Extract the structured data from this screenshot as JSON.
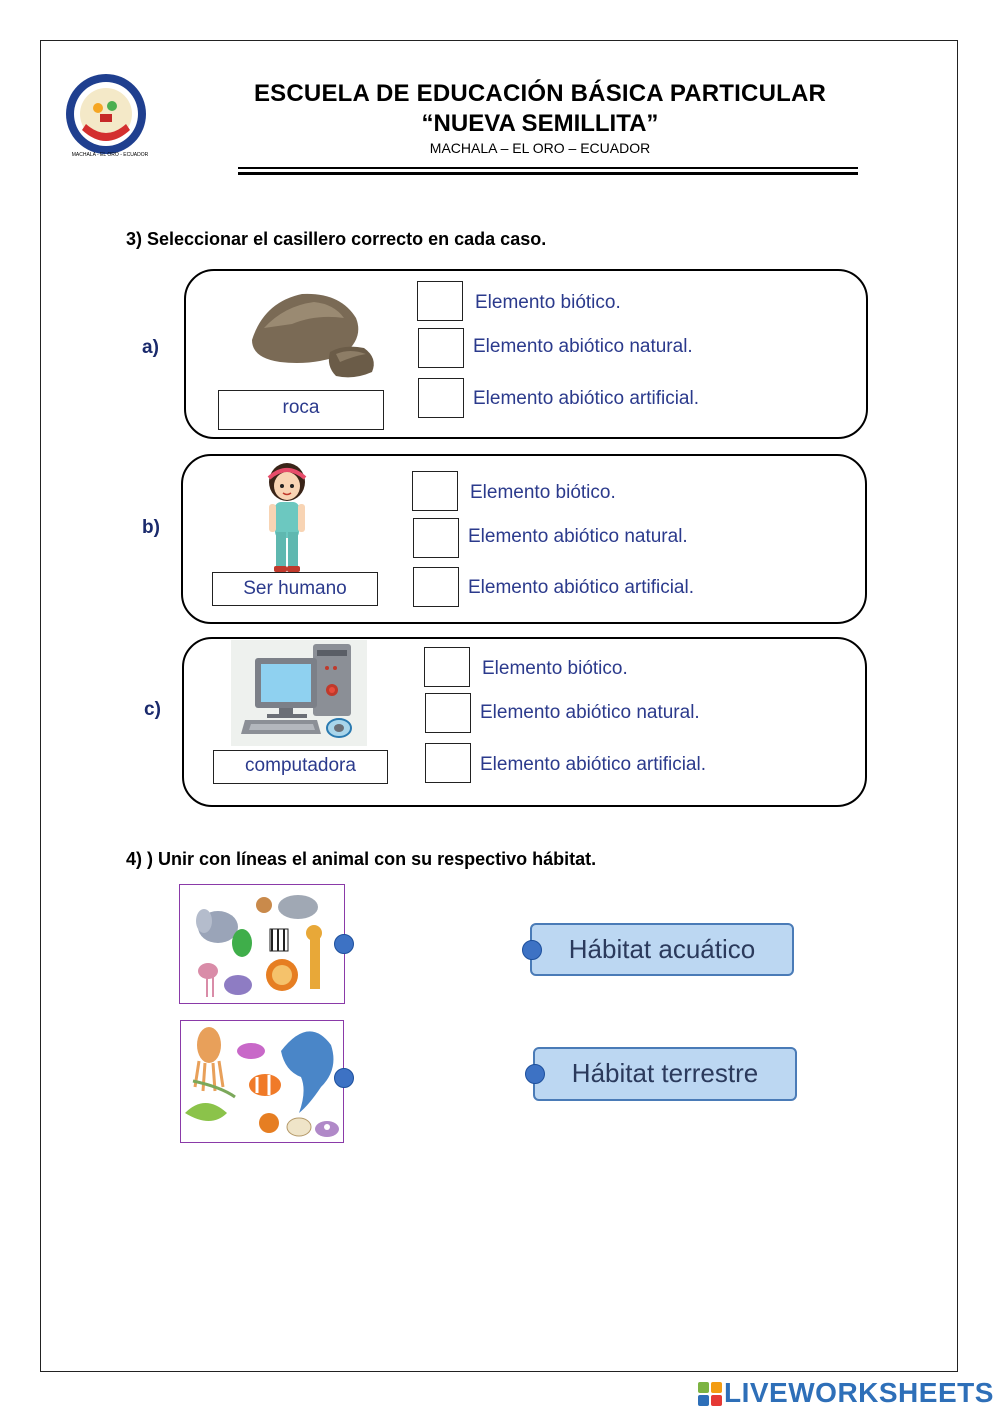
{
  "header": {
    "school_line1": "ESCUELA DE EDUCACIÓN BÁSICA PARTICULAR",
    "school_line2": "“NUEVA SEMILLITA”",
    "location": "MACHALA – EL ORO – ECUADOR",
    "logo_caption": "MACHALA - EL ORO - ECUADOR"
  },
  "q3": {
    "title": "3)  Seleccionar el casillero correcto en cada caso.",
    "items": [
      {
        "label": "a)",
        "name": "roca",
        "options": [
          "Elemento biótico.",
          "Elemento abiótico natural.",
          "Elemento abiótico artificial."
        ]
      },
      {
        "label": "b)",
        "name": "Ser humano",
        "options": [
          "Elemento biótico.",
          "Elemento abiótico natural.",
          "Elemento abiótico artificial."
        ]
      },
      {
        "label": "c)",
        "name": "computadora",
        "options": [
          "Elemento biótico.",
          "Elemento abiótico natural.",
          "Elemento abiótico artificial."
        ]
      }
    ]
  },
  "q4": {
    "title": "4)  ) Unir con líneas el animal con su respectivo hábitat.",
    "habitats": [
      "Hábitat acuático",
      "Hábitat terrestre"
    ]
  },
  "footer": {
    "brand": "LIVEWORKSHEETS",
    "brand_colors": {
      "blue": "#2e6fb8",
      "green": "#7cb342",
      "orange": "#f39c12",
      "red": "#e53935"
    }
  }
}
